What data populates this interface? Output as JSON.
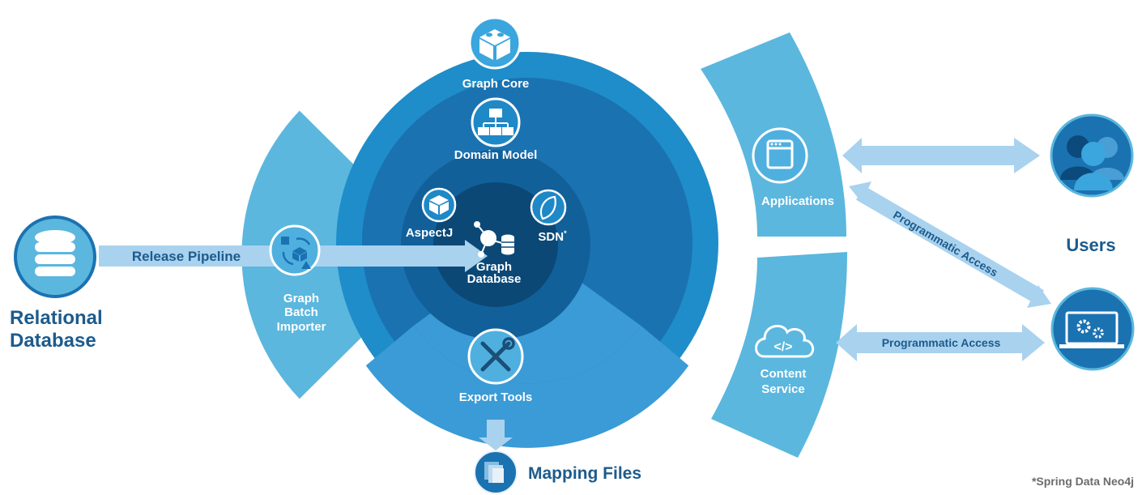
{
  "colors": {
    "light_blue": "#5bb7de",
    "outer_blue": "#1f8dc9",
    "mid_blue": "#1b72b1",
    "inner_blue": "#11609a",
    "core_blue": "#0b4876",
    "bottom_sector": "#3a9bd6",
    "arrow_light": "#a9d2ef",
    "dark_text": "#1d5b8c"
  },
  "nodes": {
    "graph_core": {
      "label": "Graph Core",
      "icon": "lego-brick-icon"
    },
    "domain_model": {
      "label": "Domain Model",
      "icon": "hierarchy-icon"
    },
    "aspectj": {
      "label": "AspectJ",
      "icon": "lego-brick-icon"
    },
    "sdn": {
      "label": "SDN",
      "superscript": "*",
      "icon": "leaf-icon"
    },
    "graph_database": {
      "label_line1": "Graph",
      "label_line2": "Database",
      "icon": "graph-database-icon"
    },
    "graph_batch_importer": {
      "line1": "Graph",
      "line2": "Batch",
      "line3": "Importer",
      "icon": "batch-import-icon"
    },
    "export_tools": {
      "label": "Export Tools",
      "icon": "tools-icon"
    },
    "applications": {
      "label": "Applications",
      "icon": "app-window-icon"
    },
    "content_service": {
      "line1": "Content",
      "line2": "Service",
      "icon": "code-cloud-icon"
    },
    "relational_database": {
      "line1": "Relational",
      "line2": "Database",
      "icon": "database-icon"
    },
    "users": {
      "label": "Users",
      "icon": "users-icon"
    },
    "admin_laptop": {
      "icon": "laptop-gears-icon"
    },
    "mapping_files": {
      "label": "Mapping Files",
      "icon": "documents-icon"
    }
  },
  "connectors": {
    "release_pipeline": "Release Pipeline",
    "programmatic_access_diagonal": "Programmatic Access",
    "programmatic_access_horizontal": "Programmatic Access"
  },
  "footnote": "*Spring Data Neo4j"
}
